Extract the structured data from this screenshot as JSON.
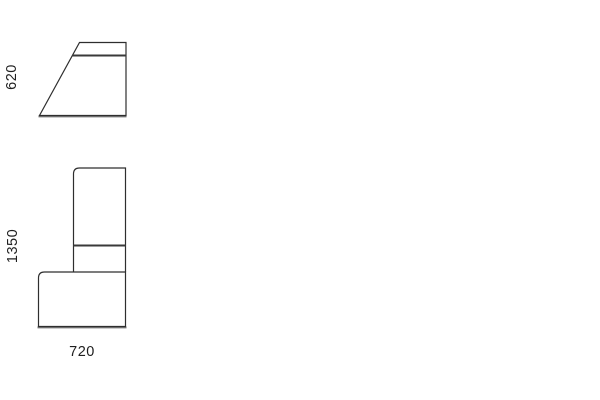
{
  "page": {
    "background": "#ffffff"
  },
  "drawing": {
    "description": "technical-dimension-drawing",
    "stroke_color": "#2e2e2e",
    "seam_color": "#3a3a3a",
    "base_shadow_color": "#767676",
    "label_color": "#1f1f1f",
    "side_view": {
      "height_label": "620"
    },
    "front_view": {
      "height_label": "1350",
      "width_label": "720"
    }
  }
}
